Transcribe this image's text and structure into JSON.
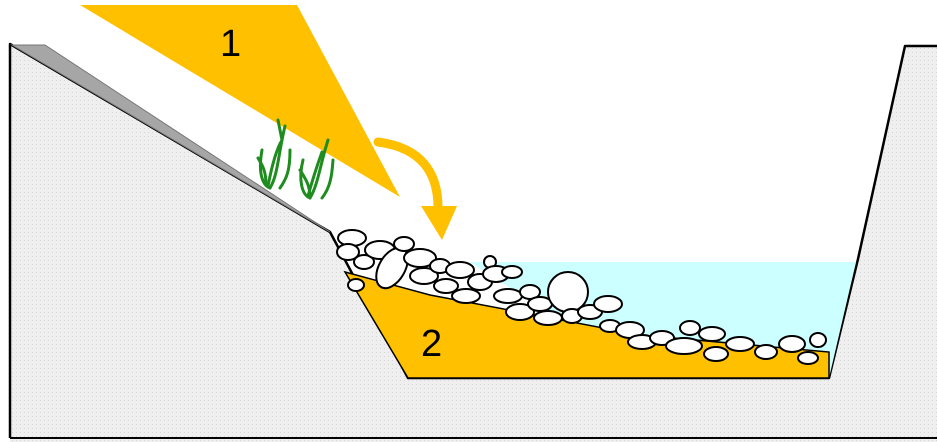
{
  "labels": {
    "zone_1": "1",
    "zone_2": "2"
  },
  "colors": {
    "background": "#ffffff",
    "ground_fill": "#efefef",
    "ground_outline": "#000000",
    "bank_shadow": "#a6a6a6",
    "sediment_and_arrows": "#ffc000",
    "water": "#ccffff",
    "vegetation": "#1e8c1e",
    "stones_fill": "#ffffff",
    "stones_outline": "#000000"
  },
  "icons": {
    "plants": "grass-tuft",
    "transport": "curved-arrow",
    "rocks": "stone-pile"
  }
}
